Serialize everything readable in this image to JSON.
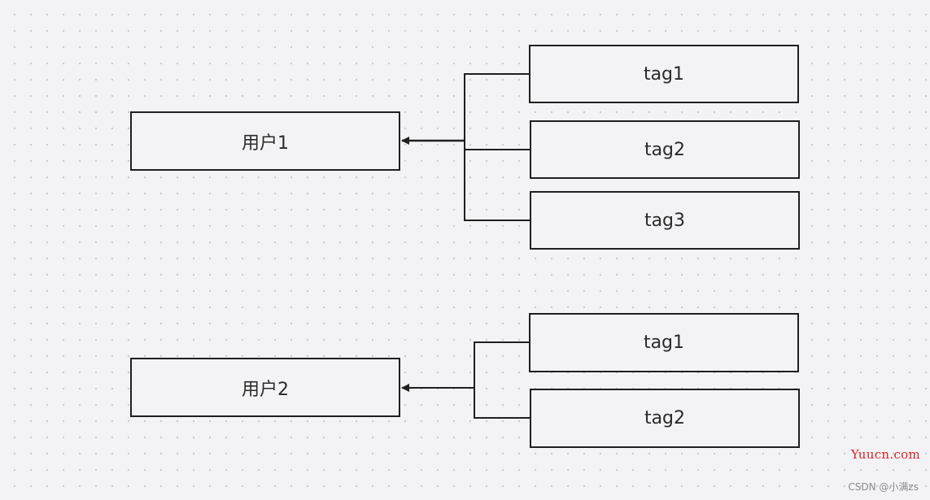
{
  "diagram": {
    "groups": [
      {
        "user_label": "用户1",
        "tags": [
          "tag1",
          "tag2",
          "tag3"
        ]
      },
      {
        "user_label": "用户2",
        "tags": [
          "tag1",
          "tag2"
        ]
      }
    ]
  },
  "watermark": {
    "site": "Yuucn.com",
    "author": "CSDN @小满zs"
  },
  "colors": {
    "background": "#f3f3f5",
    "stroke": "#1f1f1f",
    "watermark_site": "#d9242a"
  }
}
